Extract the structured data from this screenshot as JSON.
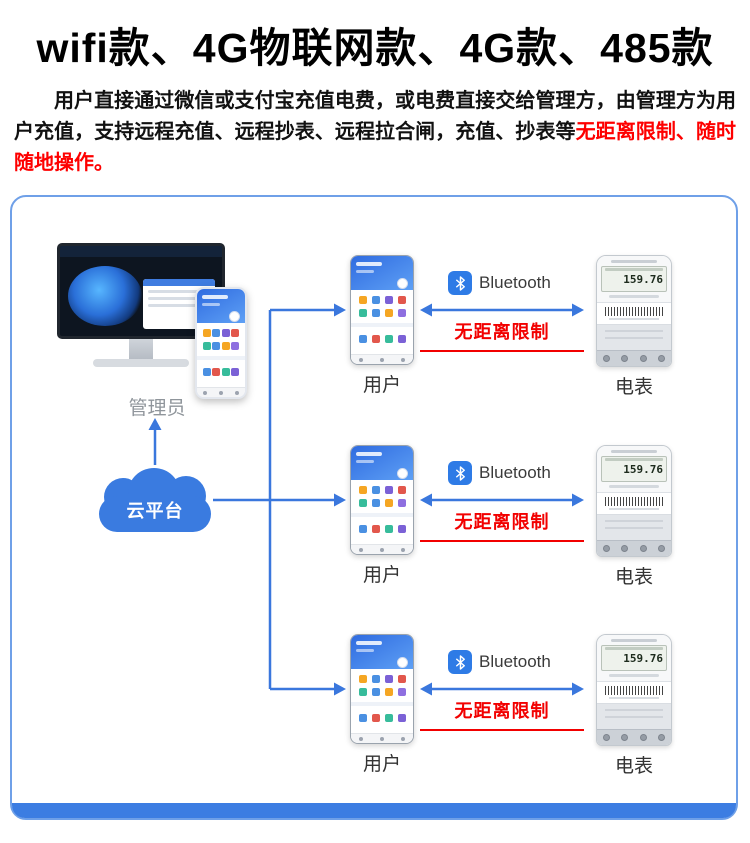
{
  "title": "wifi款、4G物联网款、4G款、485款",
  "intro": {
    "text": "用户直接通过微信或支付宝充值电费，或电费直接交给管理方，由管理方为用户充值，支持远程充值、远程抄表、远程拉合闸，充值、抄表等",
    "highlight": "无距离限制、随时随地操作。"
  },
  "diagram": {
    "admin": {
      "label": "管理员"
    },
    "cloud": {
      "label": "云平台"
    },
    "rows": [
      {
        "user_label": "用户",
        "bluetooth_label": "Bluetooth",
        "range_label": "无距离限制",
        "meter_label": "电表",
        "meter_reading": "159.76"
      },
      {
        "user_label": "用户",
        "bluetooth_label": "Bluetooth",
        "range_label": "无距离限制",
        "meter_label": "电表",
        "meter_reading": "159.76"
      },
      {
        "user_label": "用户",
        "bluetooth_label": "Bluetooth",
        "range_label": "无距离限制",
        "meter_label": "电表",
        "meter_reading": "159.76"
      }
    ]
  },
  "colors": {
    "accent_blue": "#3a77dd",
    "cloud_blue": "#3a7be0",
    "highlight_red": "#f20000",
    "panel_border_blue": "#6fa0e8"
  }
}
